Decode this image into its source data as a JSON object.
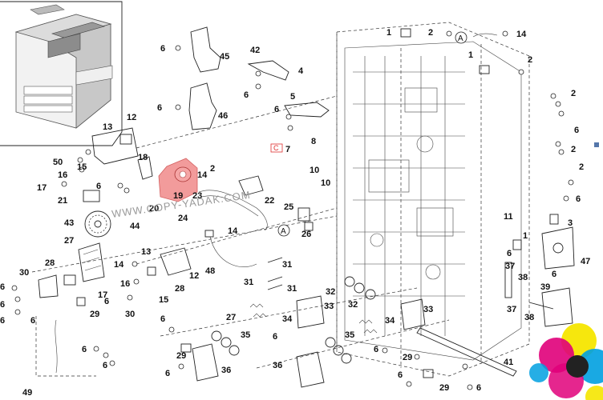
{
  "diagram": {
    "watermark": "WWW.COPY-YADAK.COM",
    "highlight_color": "#f08a8a",
    "rev_marker": "C",
    "rev_marker_color": "#e03030",
    "circle_callout": "A",
    "labels": {
      "p1": "1",
      "p2": "2",
      "p3": "3",
      "p4": "4",
      "p5": "5",
      "p6": "6",
      "p7": "7",
      "p8": "8",
      "p10": "10",
      "p11": "11",
      "p12": "12",
      "p13": "13",
      "p14": "14",
      "p15": "15",
      "p16": "16",
      "p17": "17",
      "p18": "18",
      "p19": "19",
      "p20": "20",
      "p21": "21",
      "p22": "22",
      "p23": "23",
      "p24": "24",
      "p25": "25",
      "p26": "26",
      "p27": "27",
      "p28": "28",
      "p29": "29",
      "p30": "30",
      "p31": "31",
      "p32": "32",
      "p33": "33",
      "p34": "34",
      "p35": "35",
      "p36": "36",
      "p37": "37",
      "p38": "38",
      "p39": "39",
      "p41": "41",
      "p42": "42",
      "p43": "43",
      "p44": "44",
      "p45": "45",
      "p46": "46",
      "p47": "47",
      "p48": "48",
      "p49": "49",
      "p50": "50"
    }
  }
}
